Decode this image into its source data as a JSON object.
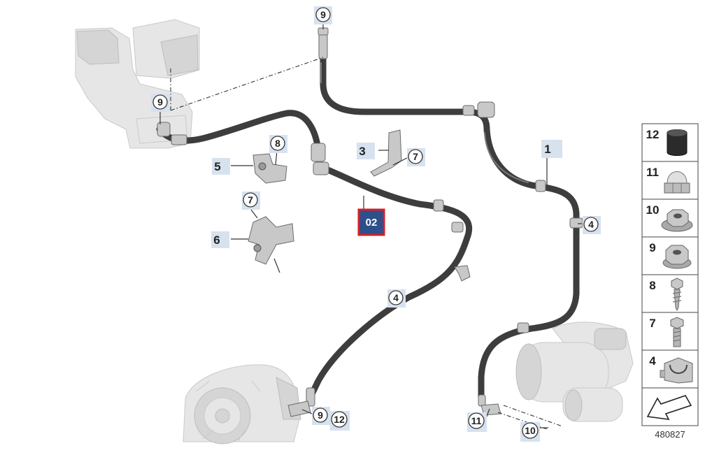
{
  "diagram": {
    "highlight_label": "02",
    "callouts": {
      "c9_top": "9",
      "c9_left": "9",
      "c8": "8",
      "c5": "5",
      "c3": "3",
      "c7_right": "7",
      "c7_left": "7",
      "c6": "6",
      "c1": "1",
      "c4_right": "4",
      "c4_mid": "4",
      "c9_bottom": "9",
      "c12_bottom": "12",
      "c11_bottom": "11",
      "c10_bottom": "10"
    }
  },
  "legend": {
    "items": [
      {
        "number": "12",
        "icon": "cap-nut-icon"
      },
      {
        "number": "11",
        "icon": "acorn-nut-icon"
      },
      {
        "number": "10",
        "icon": "flange-nut-icon"
      },
      {
        "number": "9",
        "icon": "hex-nut-icon"
      },
      {
        "number": "8",
        "icon": "self-tapping-screw-icon"
      },
      {
        "number": "7",
        "icon": "hex-bolt-icon"
      },
      {
        "number": "4",
        "icon": "cable-clip-icon"
      }
    ],
    "arrow_icon": "direction-arrow-icon"
  },
  "diagram_id": "480827",
  "colors": {
    "highlight_fill": "#2d4f8a",
    "highlight_border": "#d41f2a",
    "callout_box": "#d7e2ef",
    "cable": "#3d3d3d"
  }
}
